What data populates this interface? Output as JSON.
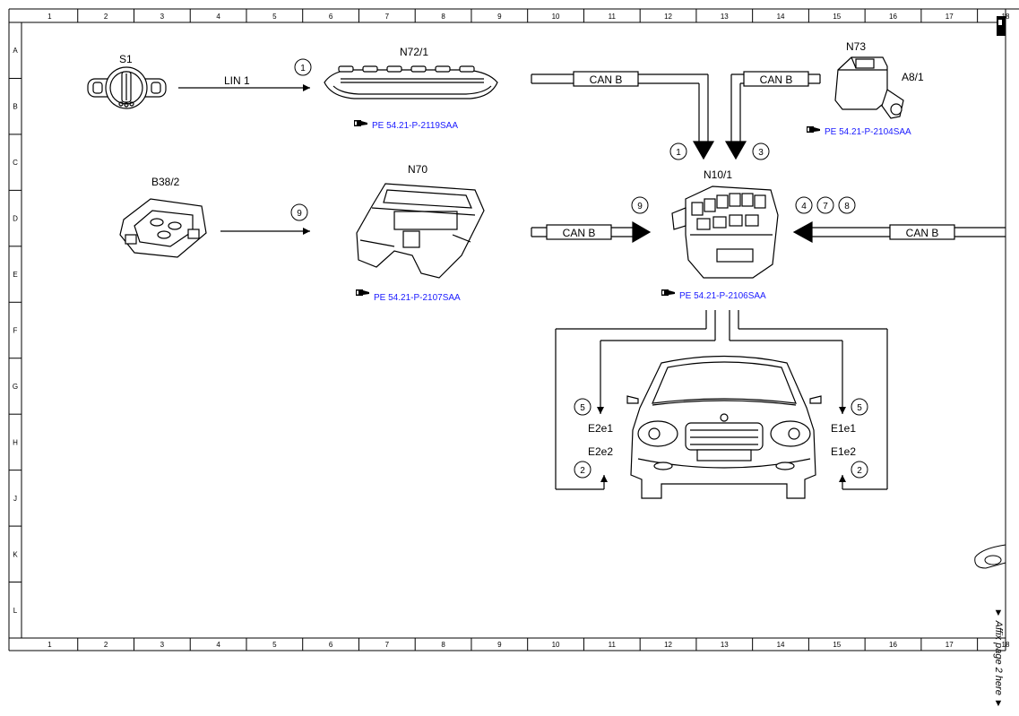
{
  "grid": {
    "columns": [
      "1",
      "2",
      "3",
      "4",
      "5",
      "6",
      "7",
      "8",
      "9",
      "10",
      "11",
      "12",
      "13",
      "14",
      "15",
      "16",
      "17",
      "18"
    ],
    "rows": [
      "A",
      "B",
      "C",
      "D",
      "E",
      "F",
      "G",
      "H",
      "J",
      "K",
      "L"
    ]
  },
  "components": {
    "s1": "S1",
    "n72": "N72/1",
    "n73": "N73",
    "a81": "A8/1",
    "b382": "B38/2",
    "n70": "N70",
    "n101": "N10/1"
  },
  "buses": {
    "lin1": "LIN 1",
    "can_b": "CAN B"
  },
  "callouts": {
    "c1": "1",
    "c2": "2",
    "c3": "3",
    "c4": "4",
    "c5": "5",
    "c7": "7",
    "c8": "8",
    "c9": "9"
  },
  "lamps": {
    "e2e1": "E2e1",
    "e2e2": "E2e2",
    "e1e1": "E1e1",
    "e1e2": "E1e2"
  },
  "refs": {
    "n72": "PE 54.21-P-2119SAA",
    "n73": "PE 54.21-P-2104SAA",
    "n70": "PE 54.21-P-2107SAA",
    "n101": "PE 54.21-P-2106SAA"
  },
  "margin_note": "▼ Affix page 2 here ▼",
  "colors": {
    "line": "#000000",
    "reference": "#1a1aff"
  }
}
